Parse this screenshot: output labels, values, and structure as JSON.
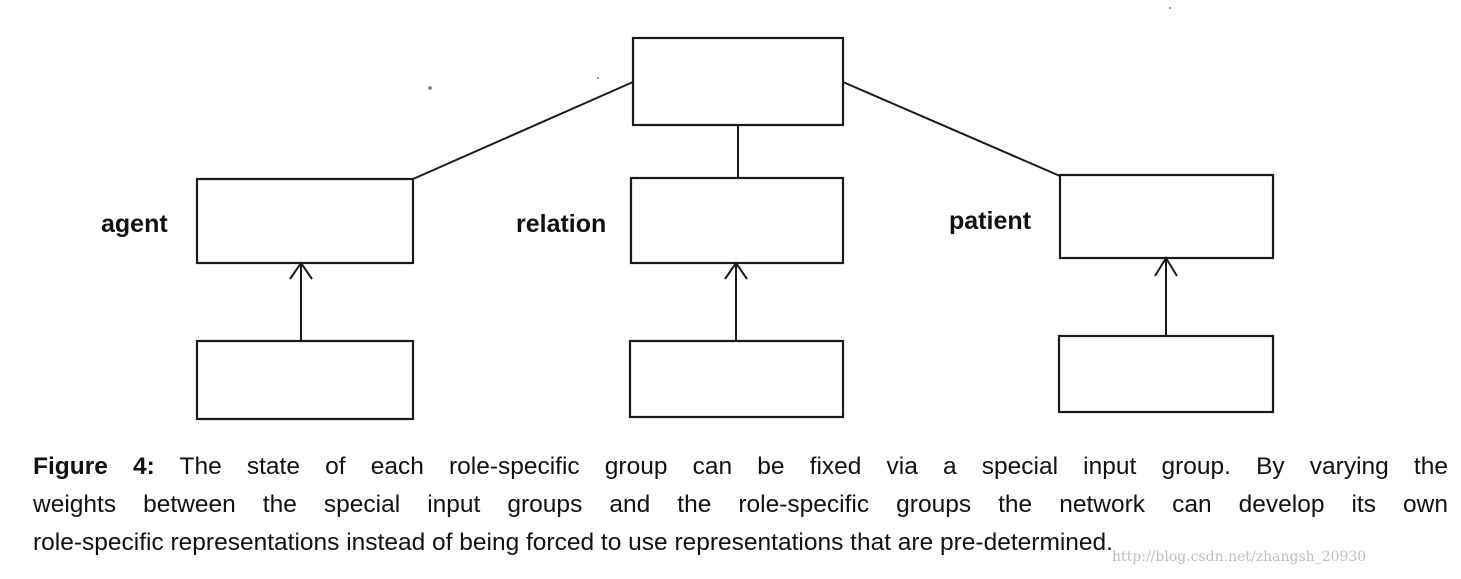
{
  "diagram": {
    "nodes": {
      "top": {
        "label": ""
      },
      "agent": {
        "label": "agent"
      },
      "relation": {
        "label": "relation"
      },
      "patient": {
        "label": "patient"
      },
      "agent_input": {
        "label": ""
      },
      "relation_input": {
        "label": ""
      },
      "patient_input": {
        "label": ""
      }
    },
    "edges": [
      {
        "from": "top",
        "to": "agent",
        "kind": "line"
      },
      {
        "from": "top",
        "to": "relation",
        "kind": "line"
      },
      {
        "from": "top",
        "to": "patient",
        "kind": "line"
      },
      {
        "from": "agent_input",
        "to": "agent",
        "kind": "arrow"
      },
      {
        "from": "relation_input",
        "to": "relation",
        "kind": "arrow"
      },
      {
        "from": "patient_input",
        "to": "patient",
        "kind": "arrow"
      }
    ]
  },
  "caption": {
    "figure_label": "Figure 4:",
    "line1_rest": " The state of each role-specific group can be fixed via a special input group.  By varying the",
    "line2": "weights between the special input groups and the role-specific groups the network can develop its own",
    "line3": "role-specific representations instead of being forced to use representations that are pre-determined."
  },
  "watermark": {
    "text": "http://blog.csdn.net/zhangsh_20930"
  }
}
